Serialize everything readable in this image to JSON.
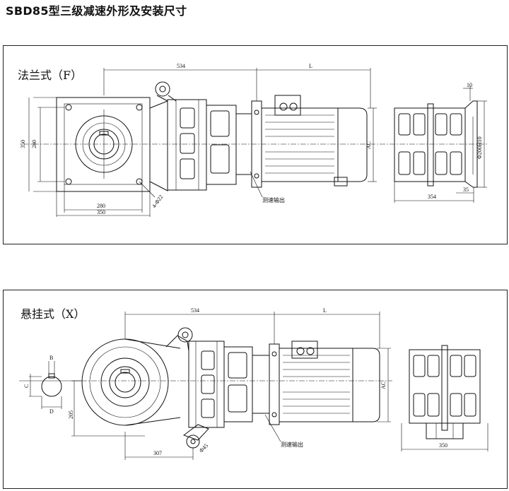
{
  "title": "SBD85型三级减速外形及安装尺寸",
  "flange": {
    "label": "法兰式（F）",
    "dims": {
      "d534": "534",
      "dL": "L",
      "d350h": "350",
      "d280h": "280",
      "d280w": "280",
      "d350w": "350",
      "holes": "4-Φ22",
      "dAC": "AC",
      "d10": "10",
      "dPhi": "Φ200H10",
      "d35": "35",
      "d354": "354"
    },
    "speed_output": "测速输出"
  },
  "hanging": {
    "label": "悬挂式（X）",
    "dims": {
      "d534": "534",
      "dL": "L",
      "dB": "B",
      "dC": "C",
      "dD": "D",
      "d205": "205",
      "d307": "307",
      "dPhi45": "Φ45",
      "dAC": "AC",
      "d350": "350"
    },
    "speed_output": "测速输出"
  }
}
